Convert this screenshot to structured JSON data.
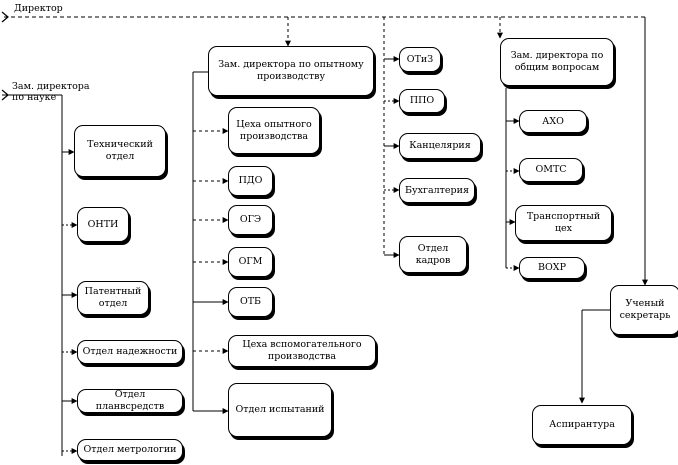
{
  "director": "Директор",
  "deputy_science": "Зам. директора по науке",
  "deputy_production": "Зам. директора по опытному производству",
  "deputy_general": "Зам. директора по общим вопросам",
  "science_units": {
    "technical_dept": "Технический отдел",
    "onti": "ОНТИ",
    "patent_dept": "Патентный отдел",
    "reliability_dept": "Отдел надежности",
    "plan_dept": "Отдел планвсредств",
    "metrology_dept": "Отдел метрологии"
  },
  "production_units": {
    "pilot_workshops": "Цеха опытного производства",
    "pdo": "ПДО",
    "oge": "ОГЭ",
    "ogm": "ОГМ",
    "otb": "ОТБ",
    "aux_workshops": "Цеха вспомогательного производства",
    "testing_dept": "Отдел испытаний"
  },
  "director_units": {
    "otiz": "ОТиЗ",
    "ppo": "ППО",
    "chancellery": "Канцелярия",
    "accounting": "Бухгалтерия",
    "hr_dept": "Отдел кадров"
  },
  "general_units": {
    "akho": "АХО",
    "omts": "ОМТС",
    "transport": "Транспортный цех",
    "vokhr": "ВОХР"
  },
  "scientific_secretary": "Ученый секретарь",
  "postgraduate": "Аспирантура"
}
